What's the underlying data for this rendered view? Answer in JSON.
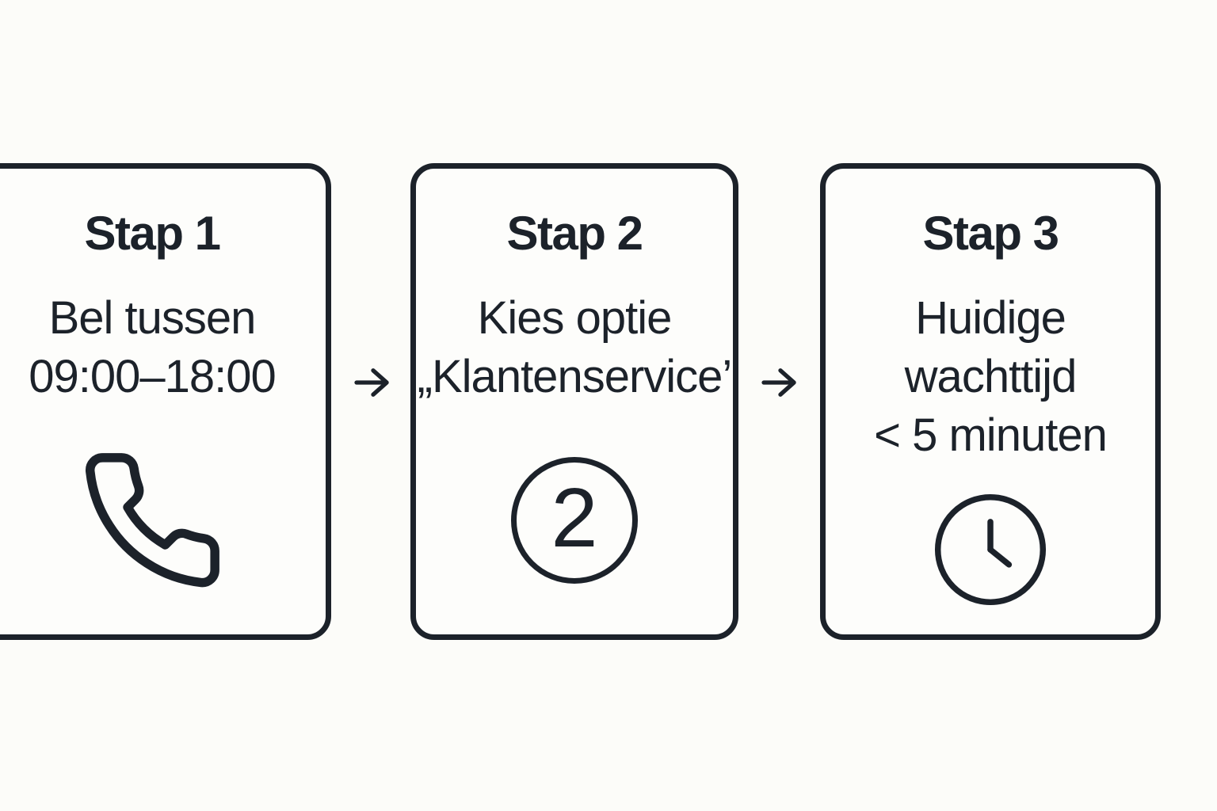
{
  "page": {
    "background_color": "#fcfcf9",
    "card_background_color": "#fdfdfb",
    "ink_color": "#1c222a",
    "connector_arrow_glyph": "→"
  },
  "steps": [
    {
      "title": "Stap 1",
      "lines": [
        "Bel tussen",
        "09:00–18:00"
      ],
      "icon": "phone-icon"
    },
    {
      "title": "Stap 2",
      "lines": [
        "Kies optie",
        "„Klantenservice’"
      ],
      "icon": "number-2-circle-icon",
      "badge": "2"
    },
    {
      "title": "Stap 3",
      "lines": [
        "Huidige",
        "wachttijd",
        "< 5 minuten"
      ],
      "icon": "clock-icon"
    }
  ]
}
